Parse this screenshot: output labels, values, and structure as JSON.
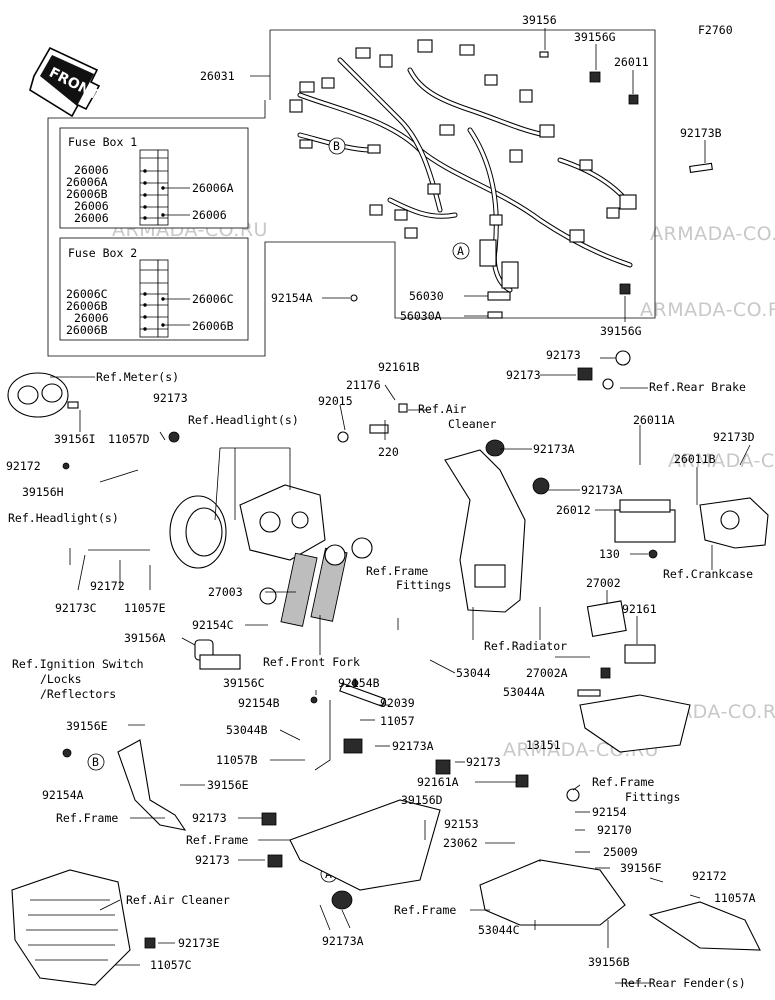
{
  "figure_code": "F2760",
  "front_label": "FRONT",
  "watermark": "ARMADA-CO.RU",
  "fuse_box_1": {
    "title": "Fuse Box 1",
    "left_labels": [
      "26006",
      "26006A",
      "26006B",
      "26006",
      "26006"
    ],
    "right_labels": [
      "26006A",
      "26006"
    ]
  },
  "fuse_box_2": {
    "title": "Fuse Box 2",
    "left_labels": [
      "26006C",
      "26006B",
      "26006",
      "26006B"
    ],
    "right_labels": [
      "26006C",
      "26006B"
    ]
  },
  "callouts": {
    "a1": "A",
    "a2": "A",
    "b1": "B",
    "b2": "B"
  },
  "labels": [
    "39156",
    "39156G",
    "26011",
    "F2760",
    "26031",
    "92173B",
    "92154A",
    "56030",
    "56030A",
    "39156G",
    "Ref.Meter(s)",
    "92173",
    "39156I",
    "11057D",
    "92172",
    "39156H",
    "Ref.Headlight(s)",
    "Ref.Headlight(s)",
    "92173C",
    "92172",
    "11057E",
    "92161B",
    "21176",
    "92015",
    "220",
    "Ref.Air",
    "Cleaner",
    "92173A",
    "92173",
    "92173",
    "Ref.Rear Brake",
    "26011A",
    "92173D",
    "26011B",
    "92173A",
    "26012",
    "130",
    "Ref.Crankcase",
    "27003",
    "92154C",
    "Ref.Frame",
    "Fittings",
    "Ref.Front Fork",
    "53044",
    "27002",
    "92161",
    "Ref.Radiator",
    "39156A",
    "Ref.Ignition Switch",
    "/Locks",
    "/Reflectors",
    "39156C",
    "92154B",
    "92154B",
    "92039",
    "11057",
    "27002A",
    "53044A",
    "39156E",
    "53044B",
    "92173A",
    "92173",
    "11057B",
    "39156E",
    "92154A",
    "13151",
    "Ref.Frame",
    "Fittings",
    "92161A",
    "Ref.Frame",
    "39156D",
    "92154",
    "92173",
    "Ref.Frame",
    "92153",
    "92170",
    "23062",
    "25009",
    "92173",
    "39156F",
    "92172",
    "11057A",
    "92173A",
    "Ref.Air Cleaner",
    "92173E",
    "11057C",
    "Ref.Frame",
    "53044C",
    "39156B",
    "Ref.Rear Fender(s)"
  ]
}
